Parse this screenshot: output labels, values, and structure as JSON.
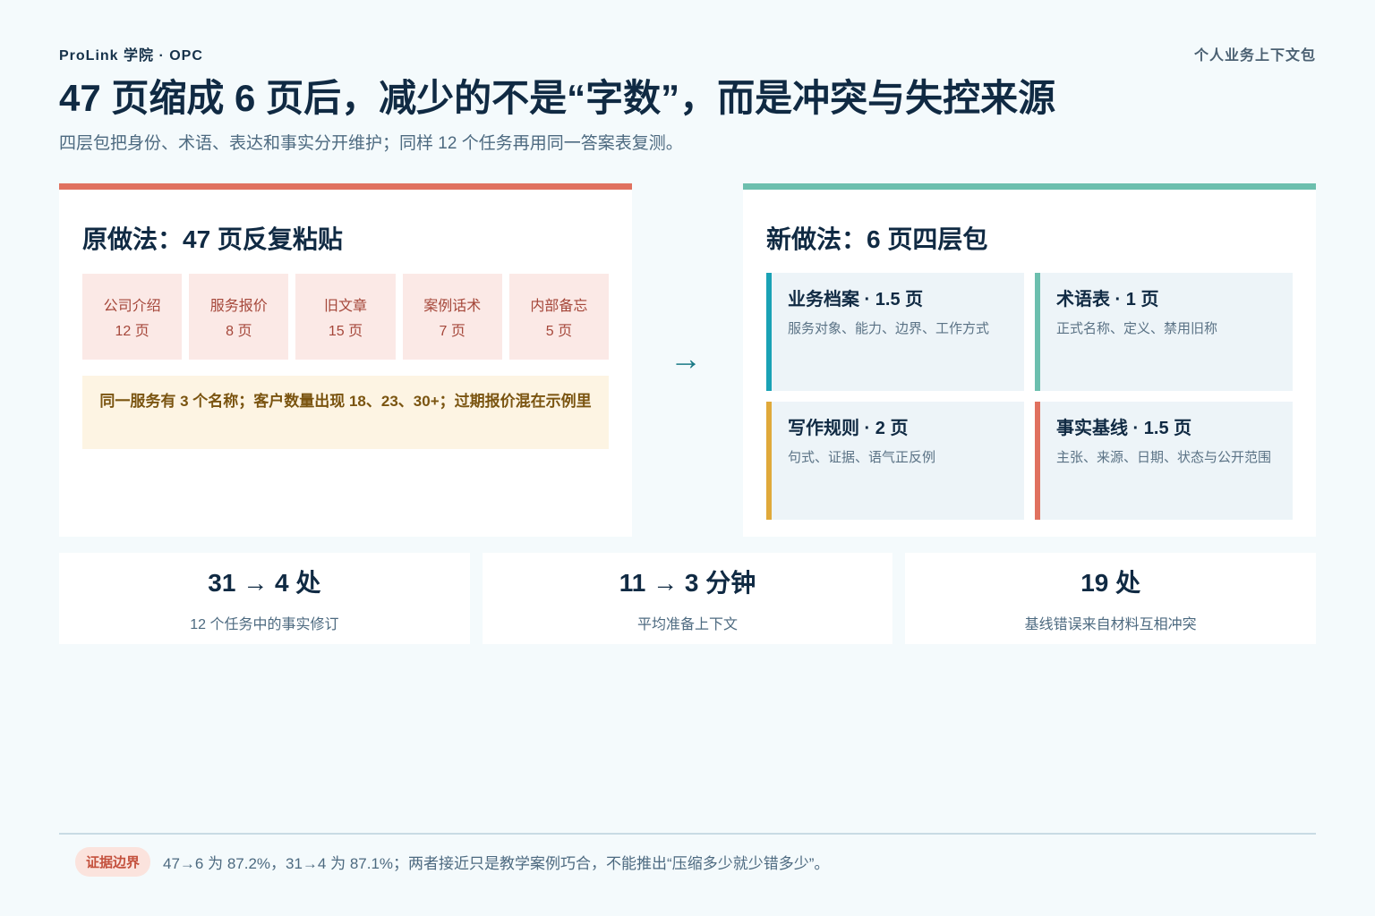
{
  "header": {
    "brand": "ProLink 学院 · OPC",
    "package_label": "个人业务上下文包",
    "title": "47 页缩成 6 页后，减少的不是“字数”，而是冲突与失控来源",
    "subtitle": "四层包把身份、术语、表达和事实分开维护；同样 12 个任务再用同一答案表复测。"
  },
  "old_method": {
    "title": "原做法：47 页反复粘贴",
    "docs": [
      {
        "name": "公司介绍",
        "pages": "12 页"
      },
      {
        "name": "服务报价",
        "pages": "8 页"
      },
      {
        "name": "旧文章",
        "pages": "15 页"
      },
      {
        "name": "案例话术",
        "pages": "7 页"
      },
      {
        "name": "内部备忘",
        "pages": "5 页"
      }
    ],
    "conflict_note": "同一服务有 3 个名称；客户数量出现 18、23、30+；过期报价混在示例里"
  },
  "arrow": "→",
  "new_method": {
    "title": "新做法：6 页四层包",
    "layers": [
      {
        "title": "业务档案 · 1.5 页",
        "desc": "服务对象、能力、边界、工作方式"
      },
      {
        "title": "术语表 · 1 页",
        "desc": "正式名称、定义、禁用旧称"
      },
      {
        "title": "写作规则 · 2 页",
        "desc": "句式、证据、语气正反例"
      },
      {
        "title": "事实基线 · 1.5 页",
        "desc": "主张、来源、日期、状态与公开范围"
      }
    ]
  },
  "stats": [
    {
      "value": "31 → 4 处",
      "label": "12 个任务中的事实修订"
    },
    {
      "value": "11 → 3 分钟",
      "label": "平均准备上下文"
    },
    {
      "value": "19 处",
      "label": "基线错误来自材料互相冲突"
    }
  ],
  "footer": {
    "badge": "证据边界",
    "text": "47→6 为 87.2%，31→4 为 87.1%；两者接近只是教学案例巧合，不能推出“压缩多少就少错多少”。"
  },
  "colors": {
    "old_accent": "#e0715f",
    "new_accent": "#6cbfae",
    "layer_accents": [
      "#1aa2b5",
      "#6cbfae",
      "#e0a93a",
      "#e0715f"
    ]
  }
}
